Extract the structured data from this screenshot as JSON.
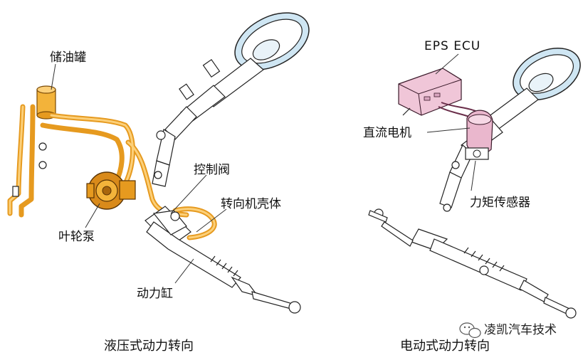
{
  "labels": {
    "reservoir": "储油罐",
    "control_valve": "控制阀",
    "steering_housing": "转向机壳体",
    "vane_pump": "叶轮泵",
    "power_cylinder": "动力缸",
    "eps_ecu": "EPS ECU",
    "dc_motor": "直流电机",
    "torque_sensor": "力矩传感器"
  },
  "captions": {
    "hydraulic": "液压式动力转向",
    "electric": "电动式动力转向"
  },
  "watermark": "凌凯汽车技术",
  "colors": {
    "hydraulic_fluid": "#e69a1f",
    "hydraulic_highlight": "#fcd07a",
    "ecu_body": "#f0c6d8",
    "steering_wheel_tint": "#cfe6f3"
  }
}
